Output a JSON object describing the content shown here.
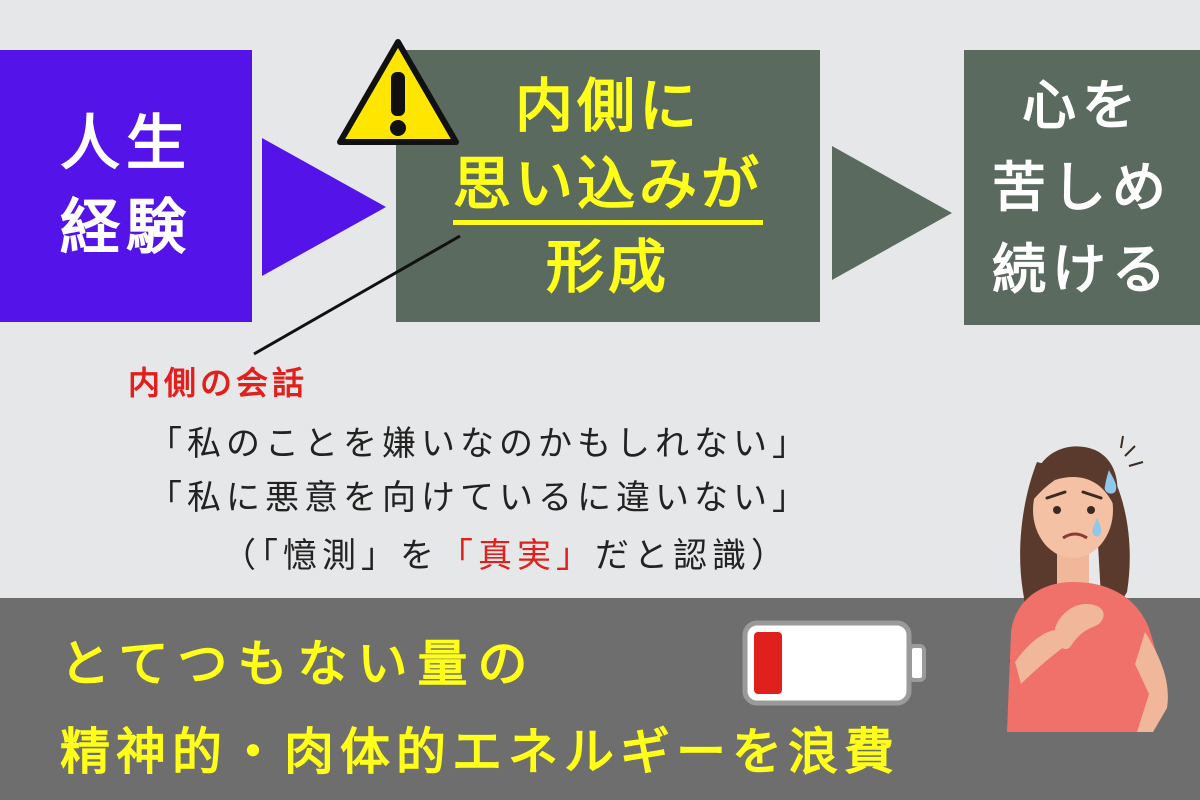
{
  "flow": {
    "box1": {
      "line1": "人生",
      "line2": "経験"
    },
    "box2": {
      "line1": "内側に",
      "line2": "思い込みが",
      "line3": "形成"
    },
    "box3": {
      "line1": "心を",
      "line2": "苦しめ",
      "line3": "続ける"
    }
  },
  "callout": {
    "title": "内側の会話",
    "quote1": "「私のことを嫌いなのかもしれない」",
    "quote2": "「私に悪意を向けているに違いない」",
    "quote3_prefix": "（「憶測」を",
    "quote3_highlight": "「真実」",
    "quote3_suffix": "だと認識）"
  },
  "bottom": {
    "line1": "とてつもない量の",
    "line2": "精神的・肉体的エネルギーを浪費"
  },
  "battery": {
    "level": 0.1
  },
  "colors": {
    "purple": "#5413e8",
    "dark_green": "#5a6a5e",
    "yellow": "#ffff1a",
    "red": "#e0201c",
    "band_gray": "#6e6e6e"
  },
  "icons": [
    "warning-icon",
    "battery-low-icon",
    "worried-woman-illustration"
  ]
}
